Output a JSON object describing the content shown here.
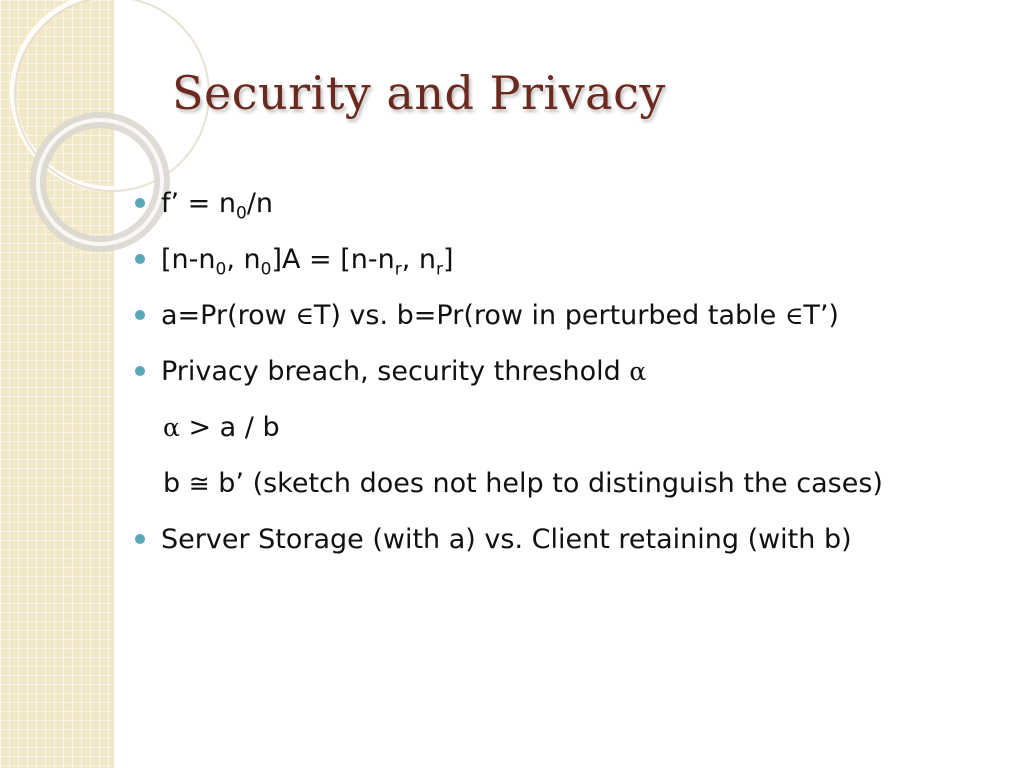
{
  "slide": {
    "title": "Security and Privacy",
    "bullets": [
      {
        "parts": [
          "f’ = n",
          "0",
          "/n"
        ]
      },
      {
        "parts": [
          "[n-n",
          "0",
          ", n",
          "0",
          "]A = [n-n",
          "r",
          ", n",
          "r",
          "]"
        ]
      },
      {
        "parts": [
          "a=Pr(row ",
          "∈",
          "T) vs. b=Pr(row in perturbed table ",
          "∈",
          "T’)"
        ]
      },
      {
        "parts": [
          "Privacy breach, security threshold ",
          "α"
        ]
      }
    ],
    "subpoints": [
      {
        "parts": [
          "α",
          " > a / b"
        ]
      },
      {
        "parts": [
          "b ",
          "≅",
          " b’ (sketch does not help to distinguish the cases)"
        ]
      }
    ],
    "last_bullet": "Server Storage (with a) vs. Client retaining (with b)"
  },
  "theme": {
    "title_color": "#6b2a1d",
    "bullet_color": "#5aa7b6",
    "band_color": "#f2e8c8"
  }
}
